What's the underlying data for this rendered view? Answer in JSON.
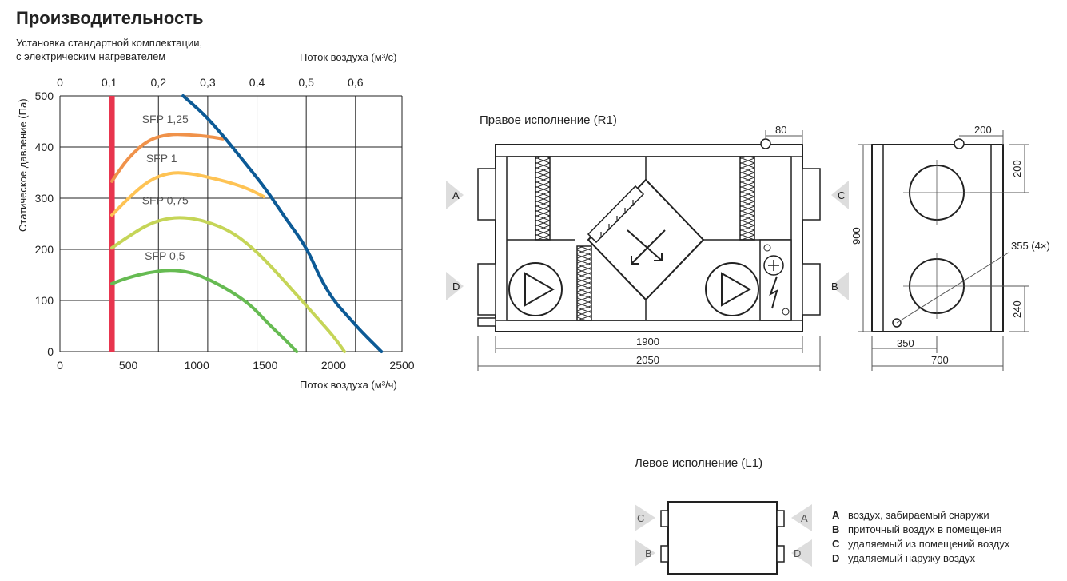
{
  "title": "Производительность",
  "subtitle_line1": "Установка стандартной комплектации,",
  "subtitle_line2": "с электрическим нагревателем",
  "chart_data": {
    "type": "line",
    "xlabel": "Поток воздуха (м³/ч)",
    "x2label": "Поток воздуха (м³/с)",
    "ylabel": "Статическое давление (Па)",
    "xlim": [
      0,
      2500
    ],
    "ylim": [
      0,
      500
    ],
    "x_ticks": [
      "0",
      "500",
      "1000",
      "1500",
      "2000",
      "2500"
    ],
    "y_ticks": [
      "0",
      "100",
      "200",
      "300",
      "400",
      "500"
    ],
    "x2_ticks": [
      "0",
      "0,1",
      "0,2",
      "0,3",
      "0,4",
      "0,5",
      "0,6"
    ],
    "grid": true,
    "min_flow_marker": {
      "x": 380,
      "color": "#e8354e"
    },
    "series": [
      {
        "name": "SFP 1,25",
        "color": "#f0924a",
        "label_at": [
          600,
          447
        ],
        "points": [
          [
            380,
            333
          ],
          [
            500,
            380
          ],
          [
            650,
            415
          ],
          [
            800,
            425
          ],
          [
            950,
            424
          ],
          [
            1100,
            420
          ],
          [
            1190,
            416
          ]
        ]
      },
      {
        "name": "SFP 1",
        "color": "#fec354",
        "label_at": [
          630,
          370
        ],
        "points": [
          [
            380,
            267
          ],
          [
            500,
            300
          ],
          [
            650,
            335
          ],
          [
            800,
            350
          ],
          [
            950,
            349
          ],
          [
            1100,
            340
          ],
          [
            1250,
            330
          ],
          [
            1380,
            318
          ],
          [
            1490,
            303
          ]
        ]
      },
      {
        "name": "SFP 0,75",
        "color": "#c5d557",
        "label_at": [
          600,
          288
        ],
        "points": [
          [
            380,
            203
          ],
          [
            500,
            225
          ],
          [
            650,
            250
          ],
          [
            800,
            262
          ],
          [
            950,
            262
          ],
          [
            1100,
            252
          ],
          [
            1250,
            235
          ],
          [
            1400,
            205
          ],
          [
            1550,
            165
          ],
          [
            1700,
            120
          ],
          [
            1850,
            75
          ],
          [
            2000,
            30
          ],
          [
            2080,
            0
          ]
        ]
      },
      {
        "name": "SFP 0,5",
        "color": "#66bb52",
        "label_at": [
          620,
          180
        ],
        "points": [
          [
            380,
            133
          ],
          [
            500,
            145
          ],
          [
            650,
            155
          ],
          [
            800,
            160
          ],
          [
            950,
            156
          ],
          [
            1100,
            140
          ],
          [
            1250,
            118
          ],
          [
            1400,
            90
          ],
          [
            1520,
            55
          ],
          [
            1640,
            25
          ],
          [
            1730,
            0
          ]
        ]
      },
      {
        "name": "",
        "color": "#0c5a96",
        "label_at": null,
        "points": [
          [
            900,
            500
          ],
          [
            1050,
            465
          ],
          [
            1200,
            420
          ],
          [
            1350,
            370
          ],
          [
            1500,
            320
          ],
          [
            1650,
            260
          ],
          [
            1800,
            205
          ],
          [
            1900,
            145
          ],
          [
            2000,
            100
          ],
          [
            2100,
            70
          ],
          [
            2200,
            40
          ],
          [
            2350,
            0
          ]
        ]
      }
    ]
  },
  "right_version": {
    "title": "Правое исполнение (R1)",
    "dims": {
      "d80": "80",
      "d200": "200",
      "d900": "900",
      "d355": "355 (4×)",
      "d1900": "1900",
      "d2050": "2050",
      "d350": "350",
      "d700": "700",
      "d240": "240",
      "d200b": "200"
    },
    "ports": {
      "a": "A",
      "b": "B",
      "c": "C",
      "d": "D"
    }
  },
  "left_version": {
    "title": "Левое исполнение (L1)",
    "ports": {
      "a": "A",
      "b": "B",
      "c": "C",
      "d": "D"
    }
  },
  "legend": [
    {
      "key": "A",
      "text": "воздух, забираемый снаружи"
    },
    {
      "key": "B",
      "text": "приточный воздух в помещения"
    },
    {
      "key": "C",
      "text": "удаляемый из помещений воздух"
    },
    {
      "key": "D",
      "text": "удаляемый наружу воздух"
    }
  ]
}
